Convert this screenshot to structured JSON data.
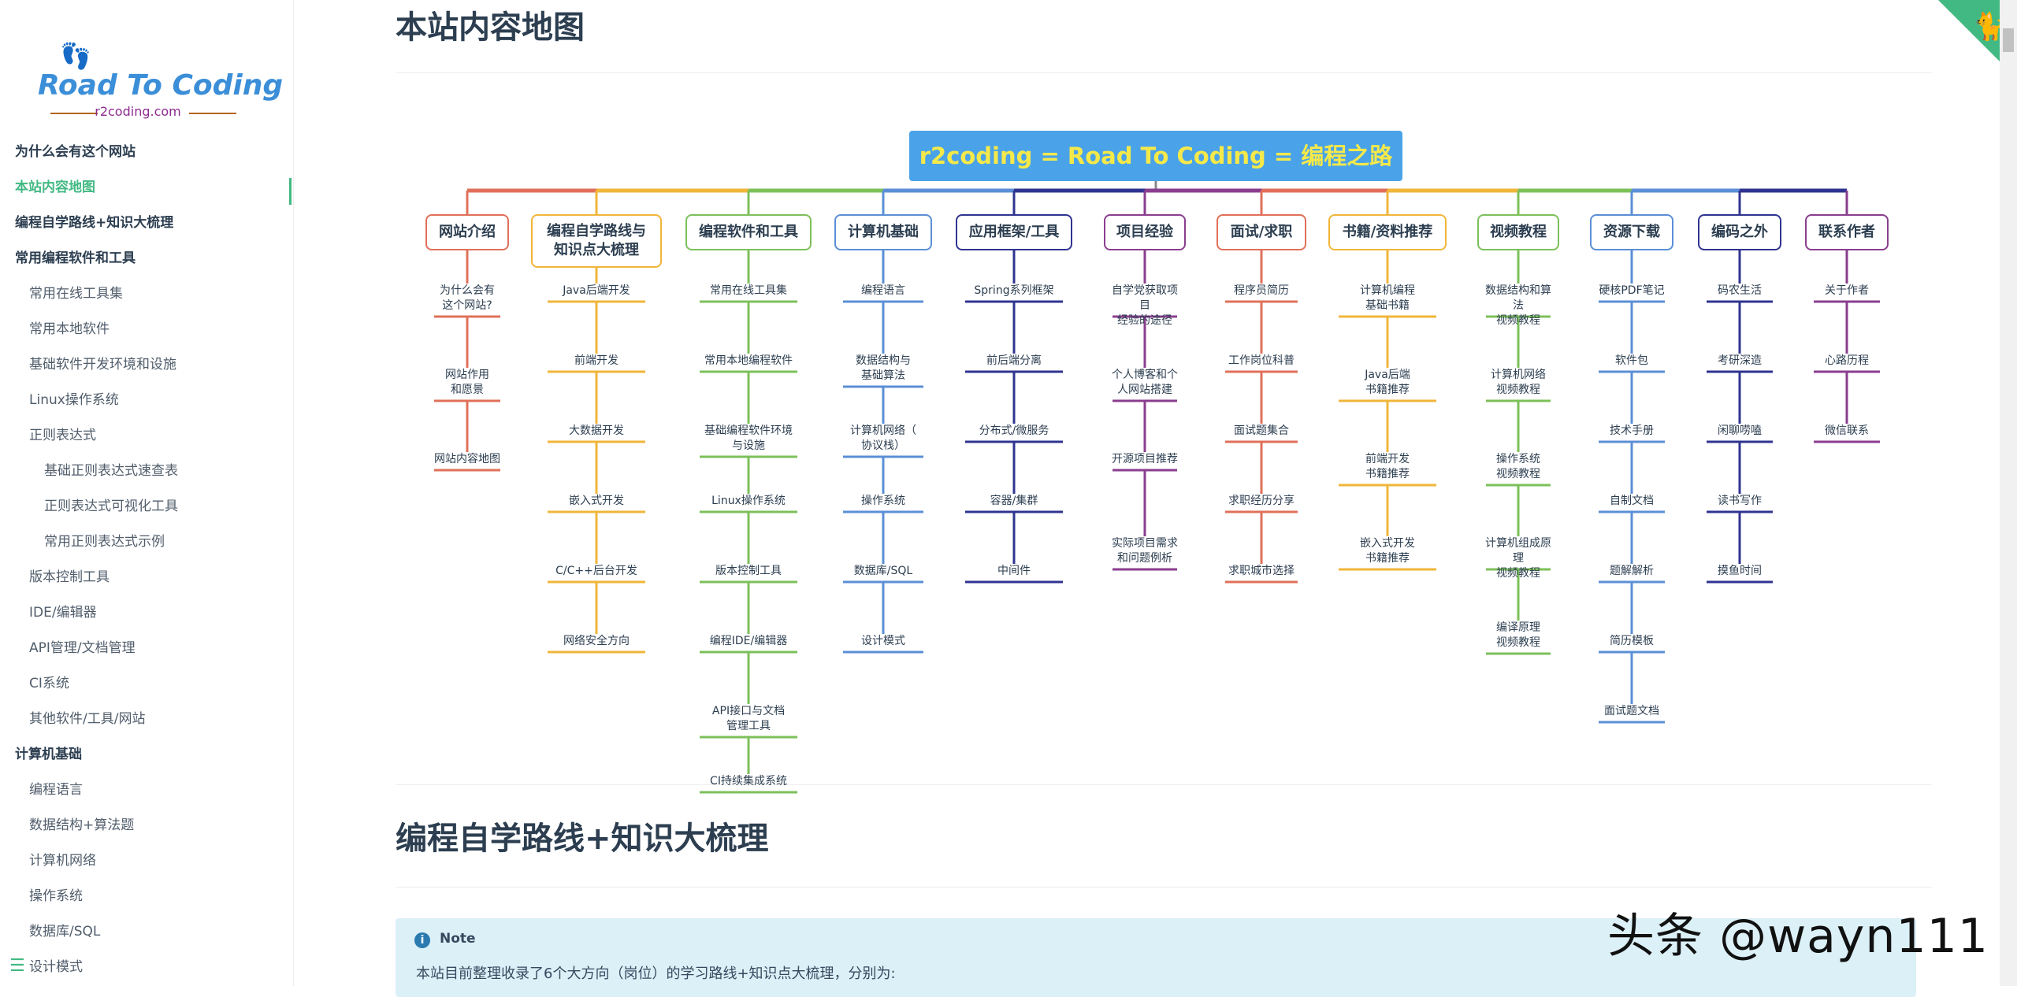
{
  "sidebar": {
    "logo": {
      "title": "Road To Coding",
      "domain": "r2coding.com"
    },
    "items": [
      {
        "label": "为什么会有这个网站",
        "level": 1
      },
      {
        "label": "本站内容地图",
        "level": 1,
        "active": true
      },
      {
        "label": "编程自学路线+知识大梳理",
        "level": 1
      },
      {
        "label": "常用编程软件和工具",
        "level": 1
      },
      {
        "label": "常用在线工具集",
        "level": 2
      },
      {
        "label": "常用本地软件",
        "level": 2
      },
      {
        "label": "基础软件开发环境和设施",
        "level": 2
      },
      {
        "label": "Linux操作系统",
        "level": 2
      },
      {
        "label": "正则表达式",
        "level": 2
      },
      {
        "label": "基础正则表达式速查表",
        "level": 3
      },
      {
        "label": "正则表达式可视化工具",
        "level": 3
      },
      {
        "label": "常用正则表达式示例",
        "level": 3
      },
      {
        "label": "版本控制工具",
        "level": 2
      },
      {
        "label": "IDE/编辑器",
        "level": 2
      },
      {
        "label": "API管理/文档管理",
        "level": 2
      },
      {
        "label": "CI系统",
        "level": 2
      },
      {
        "label": "其他软件/工具/网站",
        "level": 2
      },
      {
        "label": "计算机基础",
        "level": 1
      },
      {
        "label": "编程语言",
        "level": 2
      },
      {
        "label": "数据结构+算法题",
        "level": 2
      },
      {
        "label": "计算机网络",
        "level": 2
      },
      {
        "label": "操作系统",
        "level": 2
      },
      {
        "label": "数据库/SQL",
        "level": 2
      },
      {
        "label": "设计模式",
        "level": 2
      }
    ]
  },
  "main": {
    "title": "本站内容地图",
    "section2_title": "编程自学路线+知识大梳理",
    "note": {
      "label": "Note",
      "text": "本站目前整理收录了6个大方向（岗位）的学习路线+知识点大梳理，分别为:"
    }
  },
  "watermark": "头条 @wayn111",
  "mindmap": {
    "root": "r2coding = Road To Coding = 编程之路",
    "categories": [
      {
        "label": "网站介绍",
        "color": "#e0705a",
        "leaves": [
          "为什么会有\n这个网站?",
          "网站作用\n和愿景",
          "网站内容地图"
        ]
      },
      {
        "label": "编程自学路线与\n知识点大梳理",
        "color": "#f0b63a",
        "leaves": [
          "Java后端开发",
          "前端开发",
          "大数据开发",
          "嵌入式开发",
          "C/C++后台开发",
          "网络安全方向"
        ]
      },
      {
        "label": "编程软件和工具",
        "color": "#7cc05a",
        "leaves": [
          "常用在线工具集",
          "常用本地编程软件",
          "基础编程软件环境\n与设施",
          "Linux操作系统",
          "版本控制工具",
          "编程IDE/编辑器",
          "API接口与文档\n管理工具",
          "CI持续集成系统"
        ]
      },
      {
        "label": "计算机基础",
        "color": "#5b8fd6",
        "leaves": [
          "编程语言",
          "数据结构与\n基础算法",
          "计算机网络（\n协议栈）",
          "操作系统",
          "数据库/SQL",
          "设计模式"
        ]
      },
      {
        "label": "应用框架/工具",
        "color": "#2f3490",
        "leaves": [
          "Spring系列框架",
          "前后端分离",
          "分布式/微服务",
          "容器/集群",
          "中间件"
        ]
      },
      {
        "label": "项目经验",
        "color": "#8a3e8f",
        "leaves": [
          "自学党获取项目\n经验的途径",
          "个人博客和个\n人网站搭建",
          "开源项目推荐",
          "实际项目需求\n和问题例析"
        ]
      },
      {
        "label": "面试/求职",
        "color": "#e0705a",
        "leaves": [
          "程序员简历",
          "工作岗位科普",
          "面试题集合",
          "求职经历分享",
          "求职城市选择"
        ]
      },
      {
        "label": "书籍/资料推荐",
        "color": "#f0b63a",
        "leaves": [
          "计算机编程\n基础书籍",
          "Java后端\n书籍推荐",
          "前端开发\n书籍推荐",
          "嵌入式开发\n书籍推荐"
        ]
      },
      {
        "label": "视频教程",
        "color": "#7cc05a",
        "leaves": [
          "数据结构和算法\n视频教程",
          "计算机网络\n视频教程",
          "操作系统\n视频教程",
          "计算机组成原理\n视频教程",
          "编译原理\n视频教程"
        ]
      },
      {
        "label": "资源下载",
        "color": "#5b8fd6",
        "leaves": [
          "硬核PDF笔记",
          "软件包",
          "技术手册",
          "自制文档",
          "题解解析",
          "简历模板",
          "面试题文档"
        ]
      },
      {
        "label": "编码之外",
        "color": "#2f3490",
        "leaves": [
          "码农生活",
          "考研深造",
          "闲聊唠嗑",
          "读书写作",
          "摸鱼时间"
        ]
      },
      {
        "label": "联系作者",
        "color": "#8a3e8f",
        "leaves": [
          "关于作者",
          "心路历程",
          "微信联系"
        ]
      }
    ]
  }
}
